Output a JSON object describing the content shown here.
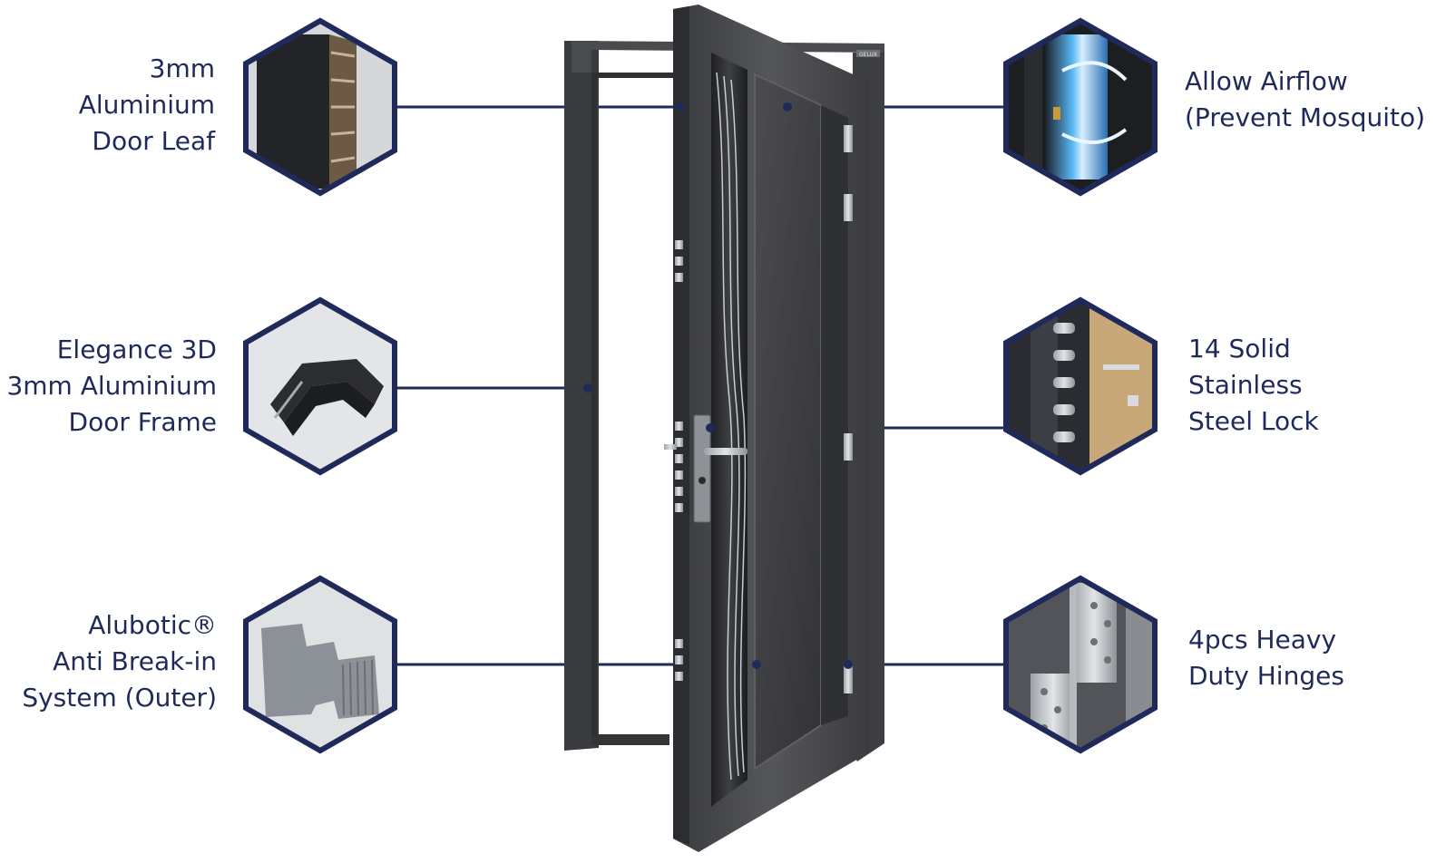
{
  "colors": {
    "navy": "#1f2a5a",
    "door": "#4a4b4e",
    "door_dark": "#2a2b2d",
    "frame": "#3c3d40"
  },
  "door": {
    "brand_plate": "GELUX"
  },
  "features_left": [
    {
      "id": "door-leaf",
      "icon": "aluminium-leaf-profile-icon",
      "lines": [
        "3mm",
        "Aluminium",
        "Door Leaf"
      ]
    },
    {
      "id": "door-frame",
      "icon": "aluminium-frame-profile-icon",
      "lines": [
        "Elegance 3D",
        "3mm Aluminium",
        "Door Frame"
      ]
    },
    {
      "id": "anti-break-in",
      "icon": "anti-break-in-profile-icon",
      "lines": [
        "Alubotic®",
        "Anti Break-in",
        "System (Outer)"
      ]
    }
  ],
  "features_right": [
    {
      "id": "airflow",
      "icon": "airflow-icon",
      "lines": [
        "Allow Airflow",
        "(Prevent Mosquito)"
      ]
    },
    {
      "id": "lock",
      "icon": "steel-lock-icon",
      "lines": [
        "14 Solid",
        "Stainless",
        "Steel Lock"
      ]
    },
    {
      "id": "hinges",
      "icon": "hinge-icon",
      "lines": [
        "4pcs Heavy",
        "Duty Hinges"
      ]
    }
  ]
}
